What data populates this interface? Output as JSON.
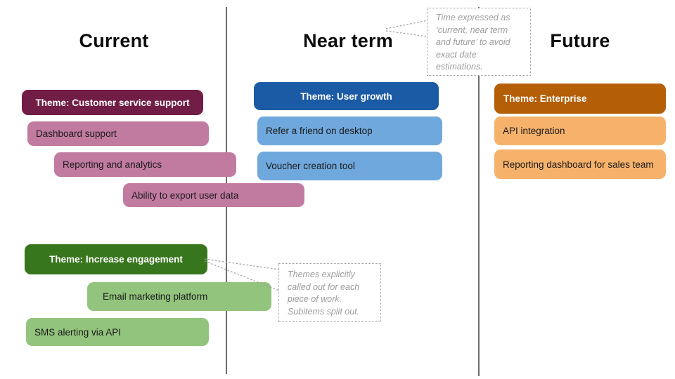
{
  "colors": {
    "maroon": "#711d45",
    "pink": "#c27ba0",
    "dark-blue": "#1b5aa5",
    "light-blue": "#6fa8dc",
    "dark-green": "#38761d",
    "light-green": "#93c47d",
    "dark-orange": "#b45f06",
    "light-orange": "#f6b26b",
    "divider": "#6e6e6e",
    "annotation": "#9c9c9c",
    "heading-text": "#0d0d0d",
    "item-text": "#1a1a1a"
  },
  "headings": {
    "current": "Current",
    "near_term": "Near term",
    "future": "Future"
  },
  "roadmap": {
    "current": {
      "theme_customer_service": "Theme: Customer service support",
      "customer_service_items": [
        "Dashboard support",
        "Reporting and analytics",
        "Ability to export user data"
      ],
      "theme_engagement": "Theme: Increase engagement",
      "engagement_items": [
        "Email marketing platform",
        "SMS alerting via API"
      ]
    },
    "near_term": {
      "theme": "Theme: User growth",
      "items": [
        "Refer a friend on desktop",
        "Voucher creation tool"
      ]
    },
    "future": {
      "theme": "Theme: Enterprise",
      "items": [
        "API integration",
        "Reporting dashboard for sales team"
      ]
    }
  },
  "annotations": {
    "time_note": "Time expressed as\n‘current, near term\nand future’ to avoid\nexact date\nestimations.",
    "themes_note": "Themes explicitly\ncalled out for each\npiece of work.\nSubitems split out."
  }
}
